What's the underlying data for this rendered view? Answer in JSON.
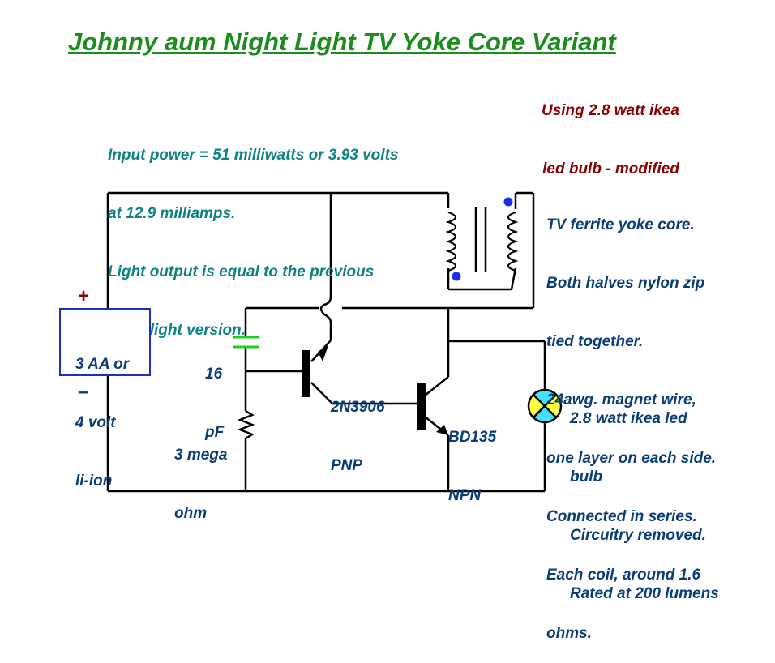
{
  "title": "Johnny aum Night Light TV Yoke Core Variant",
  "subtitle": [
    "Using 2.8 watt ikea",
    "led bulb - modified"
  ],
  "input_power": [
    "Input power = 51 milliwatts or 3.93 volts",
    "at 12.9 milliamps.",
    "Light output is equal to the previous",
    "night light version."
  ],
  "yoke_notes": [
    "TV ferrite yoke core.",
    "Both halves nylon zip",
    "tied together.",
    "24awg. magnet wire,",
    "one layer on each side.",
    "Connected in series.",
    "Each coil, around 1.6",
    "ohms."
  ],
  "battery": {
    "plus": "+",
    "minus": "–",
    "lines": [
      "3 AA or",
      "4 volt",
      "li-ion"
    ]
  },
  "capacitor": [
    "16",
    "pF"
  ],
  "resistor": [
    "3 mega",
    "ohm"
  ],
  "pnp": [
    "2N3906",
    "PNP"
  ],
  "npn": [
    "BD135",
    "NPN"
  ],
  "bulb": [
    "2.8 watt ikea led",
    "bulb",
    "Circuitry removed.",
    "Rated at 200 lumens"
  ],
  "colors": {
    "title": "#1e8b1e",
    "subtitle": "#8b0000",
    "info": "#0f8282",
    "labels": "#0a3c78",
    "wire": "#000000",
    "capacitor": "#22cc22",
    "dot": "#1a2fe0",
    "bulb_yellow": "#ffff44",
    "bulb_cyan": "#44e0ff"
  }
}
